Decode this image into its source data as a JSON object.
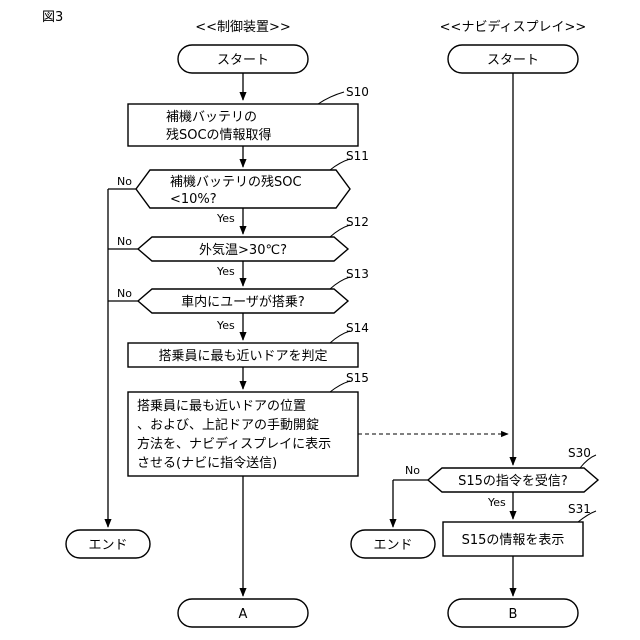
{
  "figure_label": "図3",
  "columns": {
    "left": "<<制御装置>>",
    "right": "<<ナビディスプレイ>>"
  },
  "left": {
    "start": "スタート",
    "s10": {
      "step": "S10",
      "line1": "補機バッテリの",
      "line2": "残SOCの情報取得"
    },
    "s11": {
      "step": "S11",
      "line1": "補機バッテリの残SOC",
      "line2": "<10%?"
    },
    "s12": {
      "step": "S12",
      "line1": "外気温>30℃?"
    },
    "s13": {
      "step": "S13",
      "line1": "車内にユーザが搭乗?"
    },
    "s14": {
      "step": "S14",
      "line1": "搭乗員に最も近いドアを判定"
    },
    "s15": {
      "step": "S15",
      "line1": "搭乗員に最も近いドアの位置",
      "line2": "、および、上記ドアの手動開錠",
      "line3": "方法を、ナビディスプレイに表示",
      "line4": "させる(ナビに指令送信)"
    },
    "end": "エンド",
    "connector": "A",
    "yes": "Yes",
    "no": "No"
  },
  "right": {
    "start": "スタート",
    "s30": {
      "step": "S30",
      "line1": "S15の指令を受信?"
    },
    "s31": {
      "step": "S31",
      "line1": "S15の情報を表示"
    },
    "end": "エンド",
    "connector": "B",
    "yes": "Yes",
    "no": "No"
  }
}
